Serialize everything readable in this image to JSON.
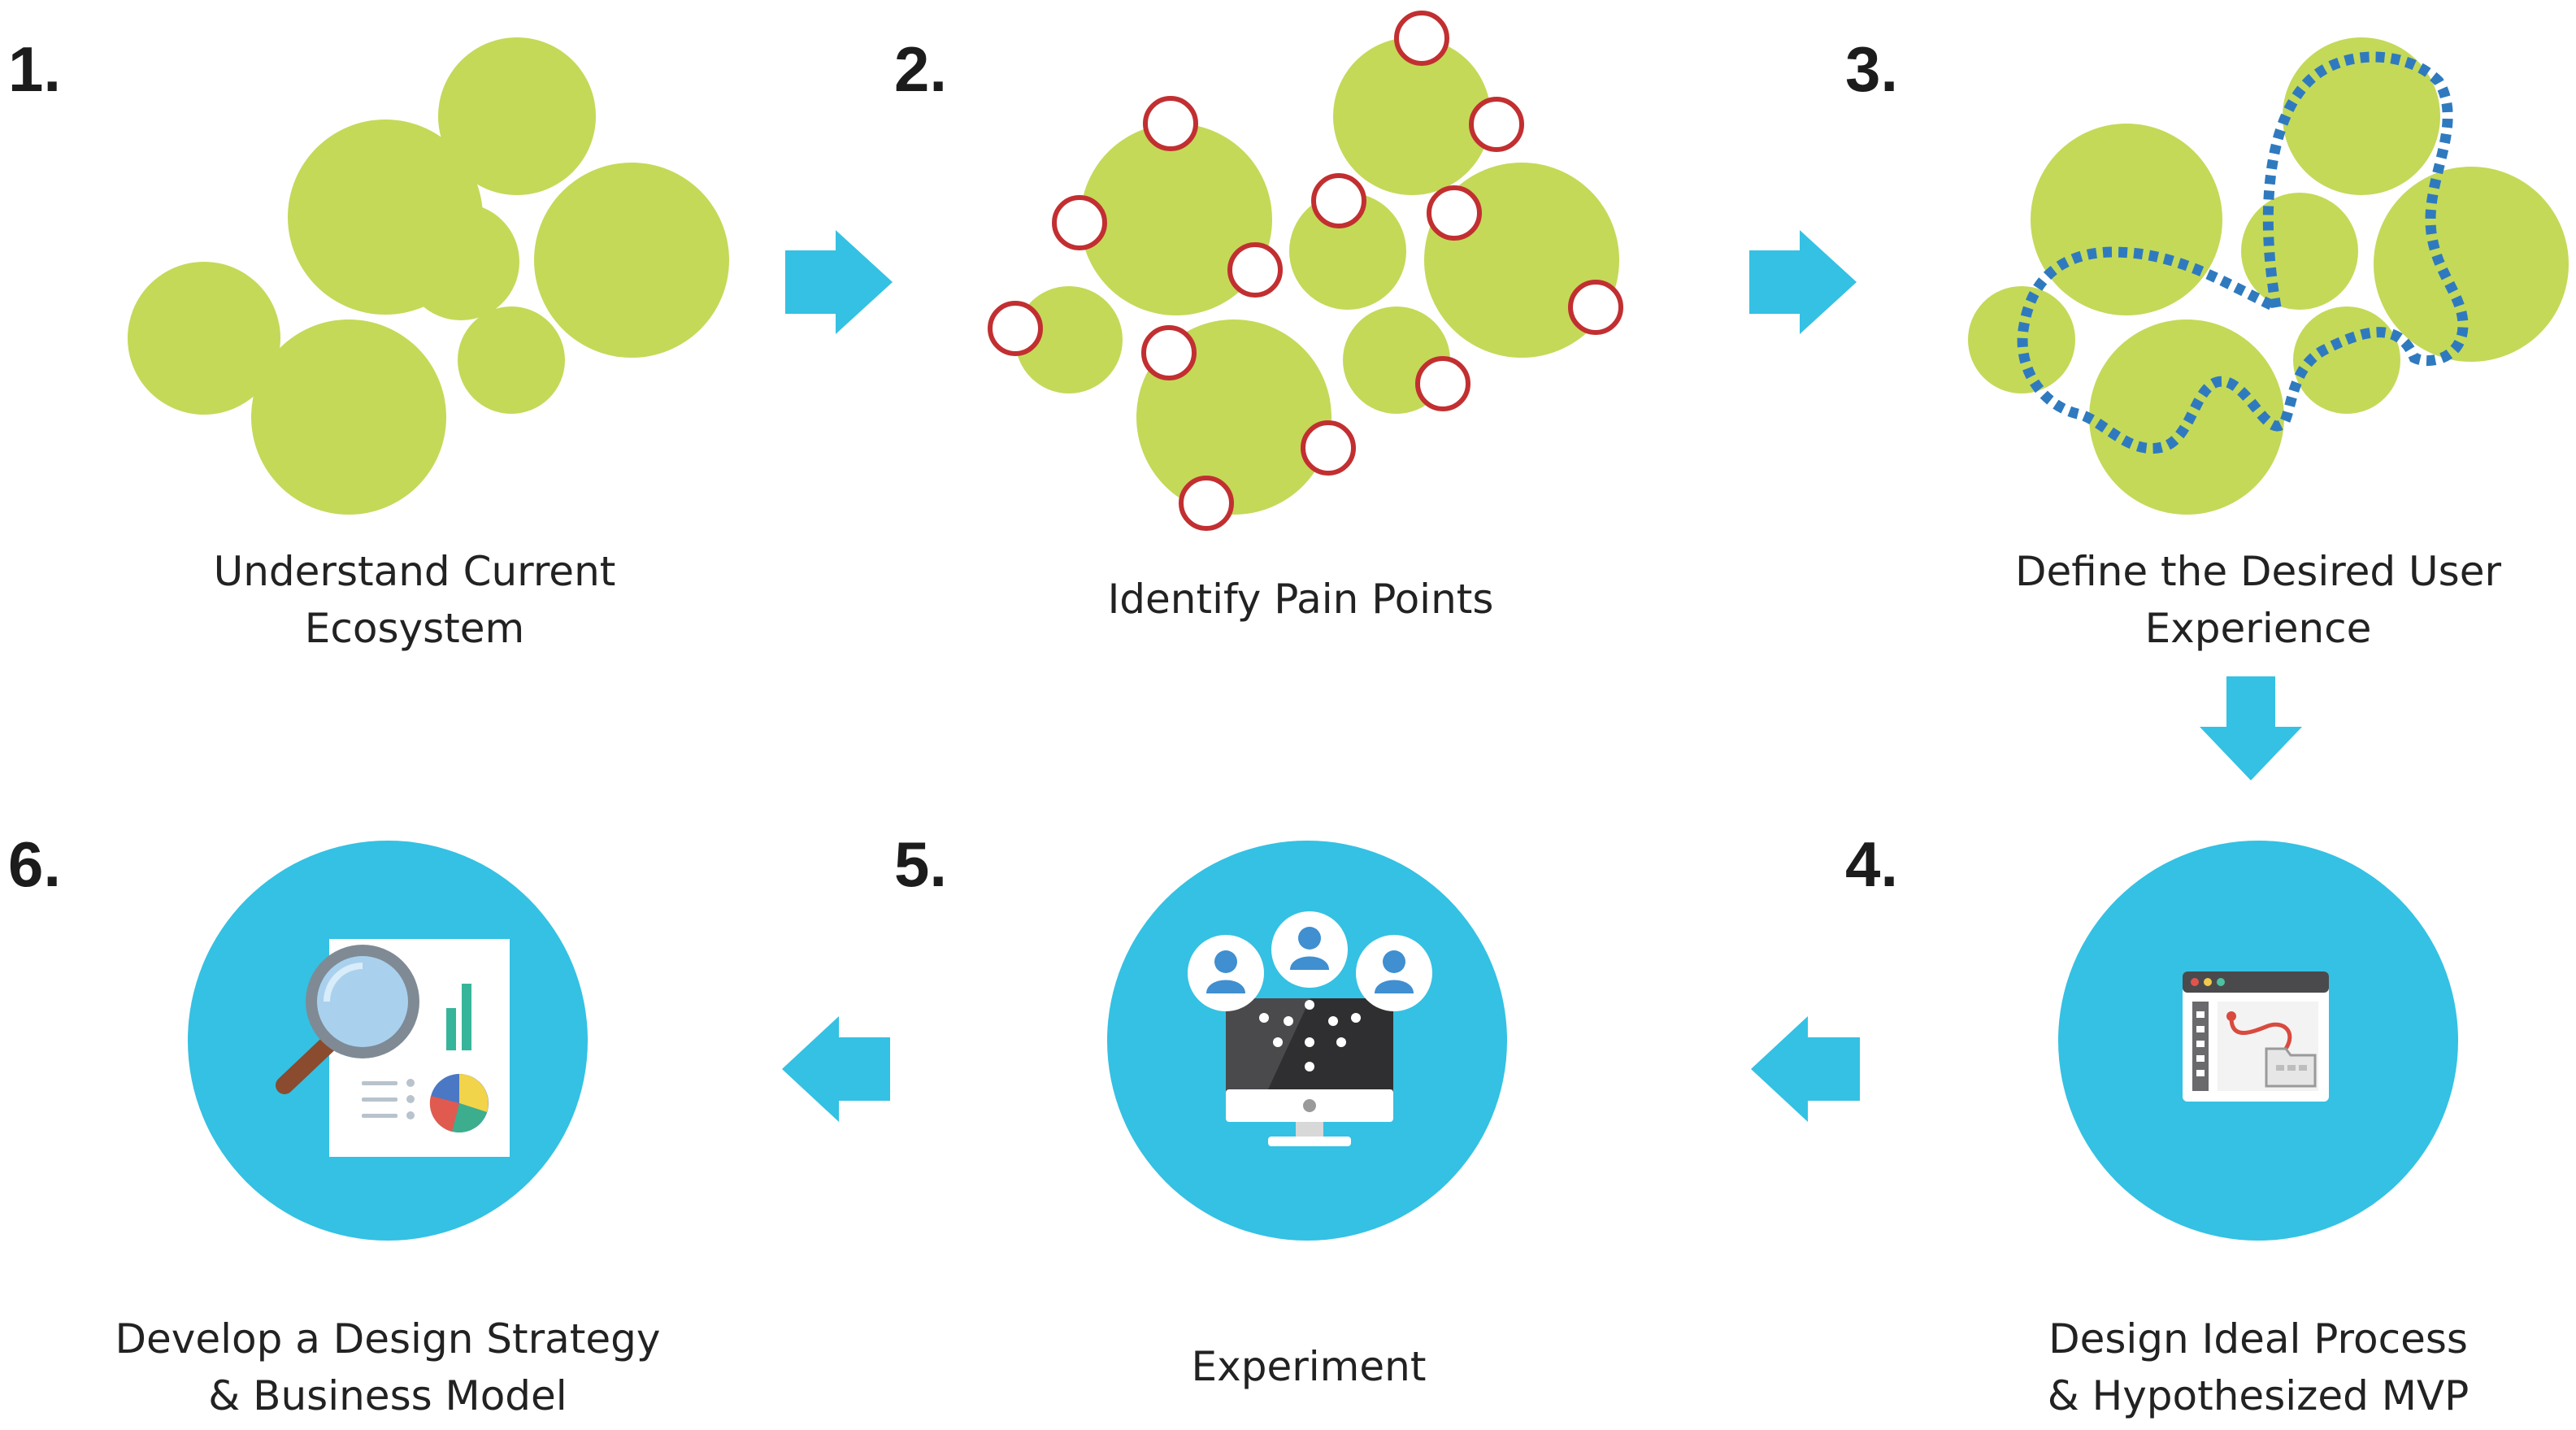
{
  "colors": {
    "bubble": "#c4d958",
    "pain_stroke": "#c22f31",
    "journey": "#2f7abf",
    "arrow": "#34c1e3",
    "circle": "#34c1e3",
    "text": "#222222"
  },
  "steps": [
    {
      "number": "1.",
      "label_lines": [
        "Understand Current",
        "Ecosystem"
      ]
    },
    {
      "number": "2.",
      "label_lines": [
        "Identify Pain Points"
      ]
    },
    {
      "number": "3.",
      "label_lines": [
        "Define the Desired User",
        "Experience"
      ]
    },
    {
      "number": "4.",
      "label_lines": [
        "Design Ideal Process",
        "& Hypothesized MVP"
      ],
      "icon": "browser-window-icon"
    },
    {
      "number": "5.",
      "label_lines": [
        "Experiment"
      ],
      "icon": "users-monitor-icon"
    },
    {
      "number": "6.",
      "label_lines": [
        "Develop a Design Strategy",
        "& Business Model"
      ],
      "icon": "report-magnifier-icon"
    }
  ],
  "flow_arrows": [
    {
      "from": "1.",
      "to": "2.",
      "direction": "right",
      "icon": "arrow-right-icon"
    },
    {
      "from": "2.",
      "to": "3.",
      "direction": "right",
      "icon": "arrow-right-icon"
    },
    {
      "from": "3.",
      "to": "4.",
      "direction": "down",
      "icon": "arrow-down-icon"
    },
    {
      "from": "4.",
      "to": "5.",
      "direction": "left",
      "icon": "arrow-left-icon"
    },
    {
      "from": "5.",
      "to": "6.",
      "direction": "left",
      "icon": "arrow-left-icon"
    }
  ]
}
